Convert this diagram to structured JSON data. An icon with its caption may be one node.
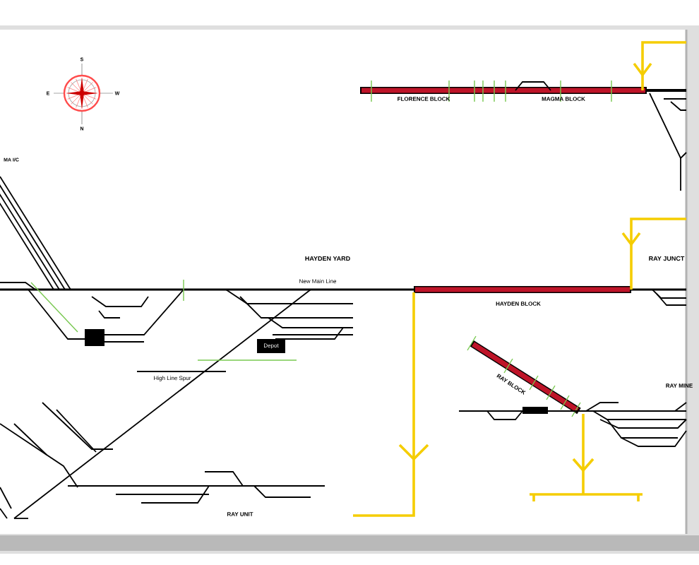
{
  "diagram": {
    "labels": [
      "S",
      "E",
      "W",
      "N",
      "MA I/C",
      "FLORENCE BLOCK",
      "MAGMA BLOCK",
      "HAYDEN YARD",
      "RAY JUNCT",
      "New Main Line",
      "HAYDEN BLOCK",
      "Depot",
      "High Line Spur",
      "RAY BLOCK",
      "RAY MINE",
      "RAY UNIT"
    ]
  }
}
